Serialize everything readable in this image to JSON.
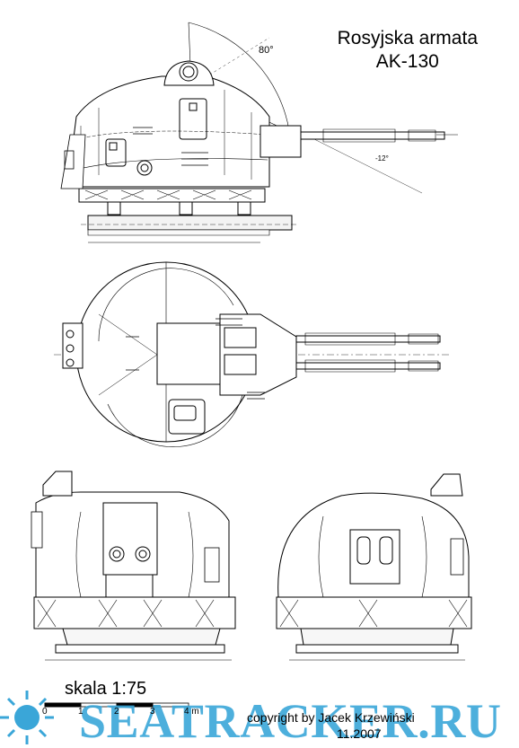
{
  "title": {
    "line1": "Rosyjska armata",
    "line2": "AK-130"
  },
  "annotations": {
    "angle": "80°",
    "elevation": "-12°"
  },
  "scale": {
    "label": "skala 1:75",
    "ticks": [
      "0",
      "1",
      "2",
      "3",
      "4 m"
    ]
  },
  "credits": {
    "copyright": "copyright by Jacek Krzewiński",
    "date": "11.2007"
  },
  "watermark": {
    "text": "SEATRACKER.RU",
    "color": "#3aa6d8"
  }
}
